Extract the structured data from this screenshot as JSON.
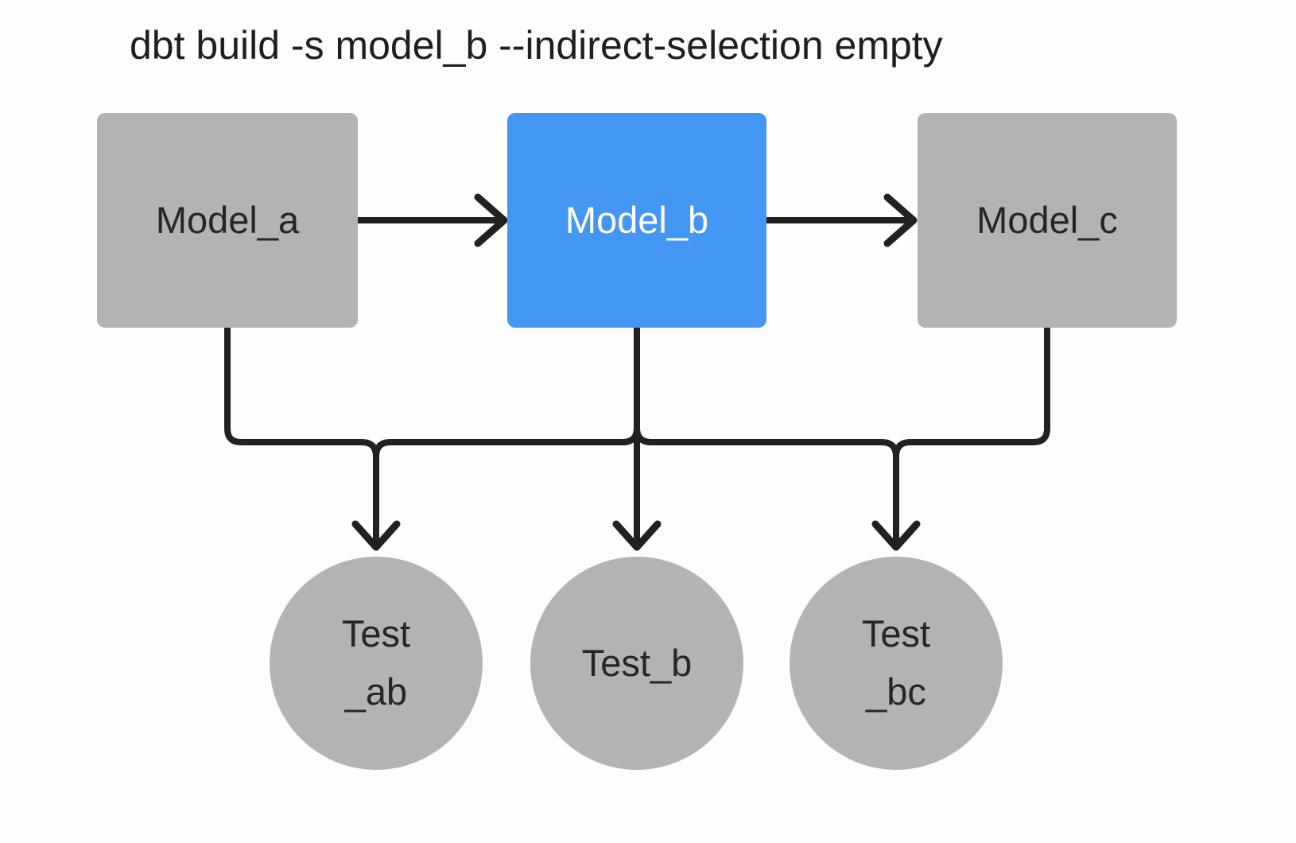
{
  "title": "dbt build -s model_b --indirect-selection empty",
  "colors": {
    "selected_node": "#4496f3",
    "unselected_node": "#b3b3b3",
    "edge": "#212121",
    "background": "#fdfdfd",
    "node_text_dark": "#262626",
    "node_text_on_selected": "#ffffff",
    "title_text": "#1e1e1e"
  },
  "nodes": {
    "model_a": {
      "label": "Model_a",
      "type": "model",
      "selected": false
    },
    "model_b": {
      "label": "Model_b",
      "type": "model",
      "selected": true
    },
    "model_c": {
      "label": "Model_c",
      "type": "model",
      "selected": false
    },
    "test_ab": {
      "label": "Test\n_ab",
      "type": "test",
      "selected": false
    },
    "test_b": {
      "label": "Test_b",
      "type": "test",
      "selected": false
    },
    "test_bc": {
      "label": "Test\n_bc",
      "type": "test",
      "selected": false
    }
  },
  "edges": [
    {
      "from": "model_a",
      "to": "model_b"
    },
    {
      "from": "model_b",
      "to": "model_c"
    },
    {
      "from": "model_a",
      "to": "test_ab"
    },
    {
      "from": "model_b",
      "to": "test_ab"
    },
    {
      "from": "model_b",
      "to": "test_b"
    },
    {
      "from": "model_b",
      "to": "test_bc"
    },
    {
      "from": "model_c",
      "to": "test_bc"
    }
  ]
}
